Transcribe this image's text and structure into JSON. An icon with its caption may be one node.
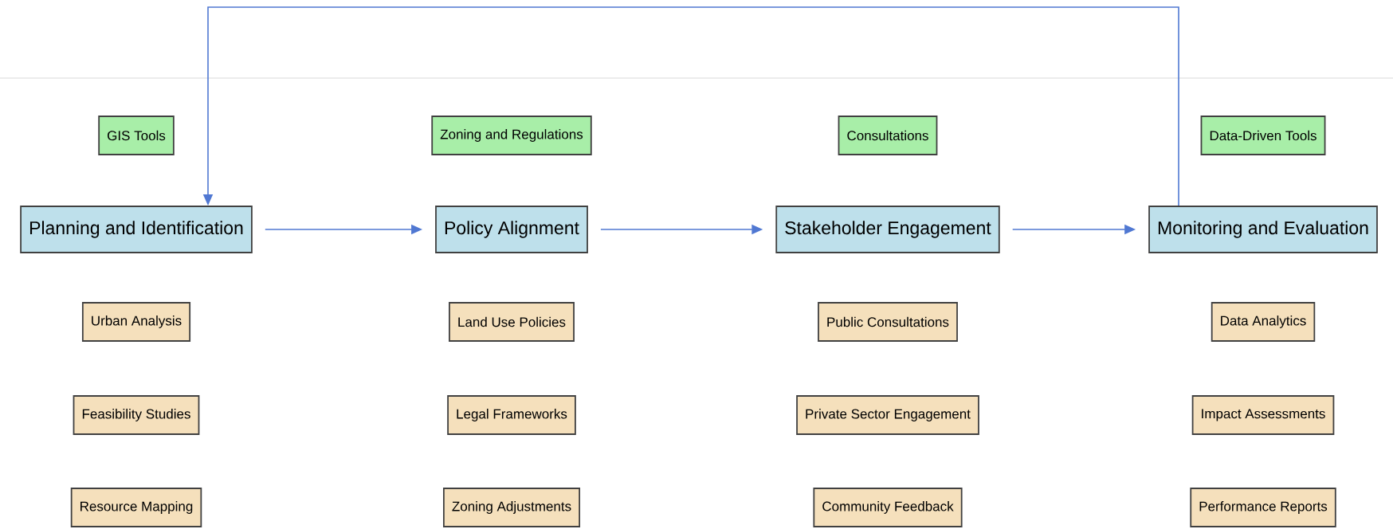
{
  "diagram": {
    "nodes": [
      {
        "text": [
          "GIS Tools"
        ]
      },
      {
        "text": [
          "Zoning and Regulations"
        ]
      },
      {
        "text": [
          "Consultations"
        ]
      },
      {
        "text": [
          "Data-Driven Tools"
        ]
      },
      {
        "text": [
          "Planning and Identification"
        ]
      },
      {
        "text": [
          "Policy Alignment"
        ]
      },
      {
        "text": [
          "Stakeholder Engagement"
        ]
      },
      {
        "text": [
          "Monitoring and Evaluation"
        ]
      },
      {
        "text": [
          "Urban Analysis"
        ]
      },
      {
        "text": [
          "Land Use Policies"
        ]
      },
      {
        "text": [
          "Public Consultations"
        ]
      },
      {
        "text": [
          "Data Analytics"
        ]
      },
      {
        "text": [
          "Feasibility Studies"
        ]
      },
      {
        "text": [
          "Legal Frameworks"
        ]
      },
      {
        "text": [
          "Private Sector Engagement"
        ]
      },
      {
        "text": [
          "Impact Assessments"
        ]
      },
      {
        "text": [
          "Resource Mapping"
        ]
      },
      {
        "text": [
          "Zoning Adjustments"
        ]
      },
      {
        "text": [
          "Community Feedback"
        ]
      },
      {
        "text": [
          "Performance Reports"
        ]
      }
    ],
    "edges": [
      {
        "from": 4,
        "to": 5,
        "arrow": "to"
      },
      {
        "from": 5,
        "to": 6,
        "arrow": "to"
      },
      {
        "from": 6,
        "to": 7,
        "arrow": "to"
      },
      {
        "from": 7,
        "to": 4,
        "arrow": "to"
      }
    ]
  }
}
